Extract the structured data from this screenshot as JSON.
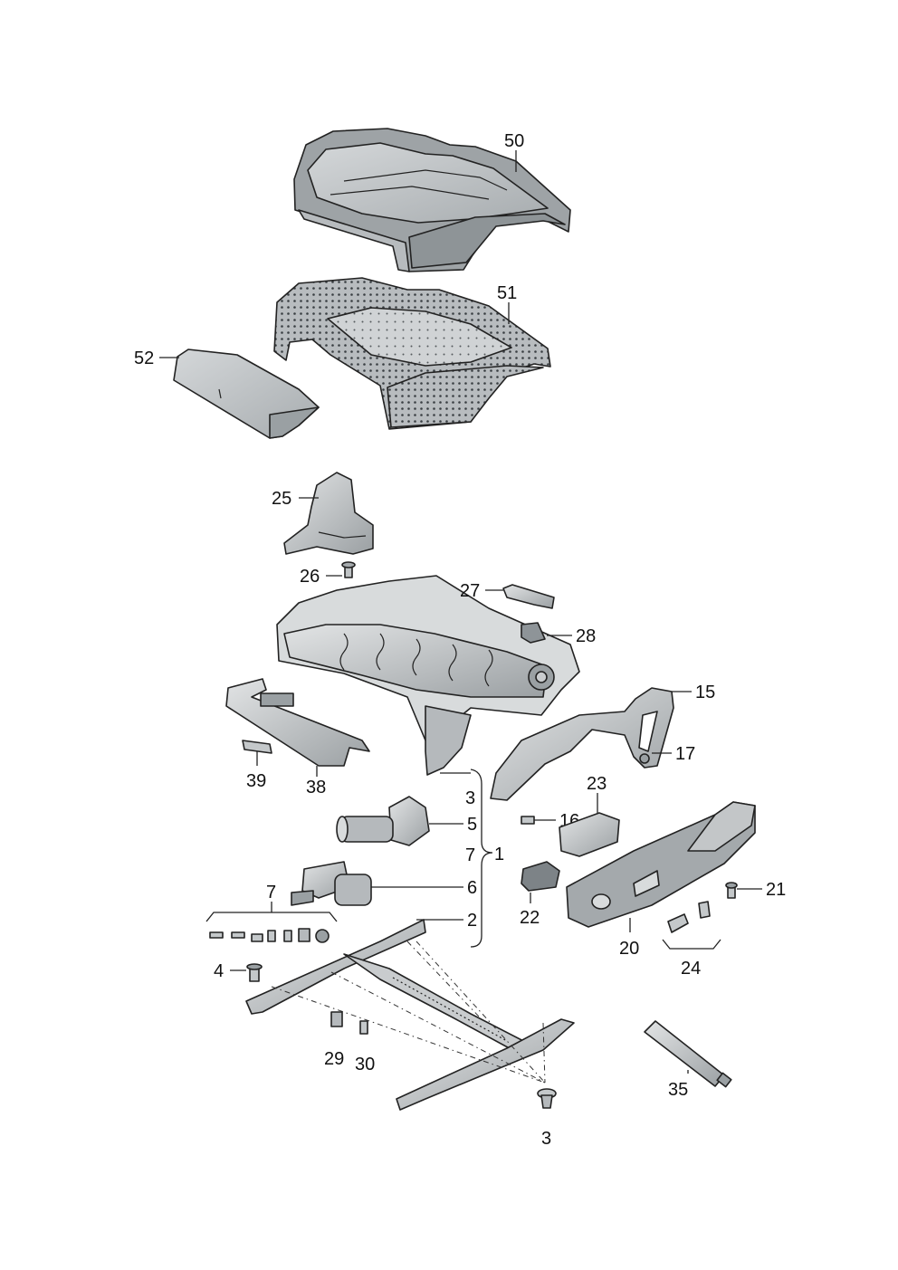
{
  "callouts": {
    "c50": "50",
    "c51": "51",
    "c52": "52",
    "c25": "25",
    "c26": "26",
    "c27": "27",
    "c28": "28",
    "c15": "15",
    "c17": "17",
    "c39": "39",
    "c38": "38",
    "c3a": "3",
    "c5": "5",
    "c7a": "7",
    "c1": "1",
    "c6": "6",
    "c2": "2",
    "c7b": "7",
    "c16": "16",
    "c23": "23",
    "c22": "22",
    "c21": "21",
    "c20": "20",
    "c24": "24",
    "c4": "4",
    "c29": "29",
    "c30": "30",
    "c35": "35",
    "c3b": "3"
  },
  "colors": {
    "cushion_top": "#c9ccce",
    "cushion_mid": "#aeb3b6",
    "cushion_dark": "#8b9195",
    "foam": "#c4c7c9",
    "frame": "#d3d6d8",
    "metal_dark": "#7d8387"
  }
}
